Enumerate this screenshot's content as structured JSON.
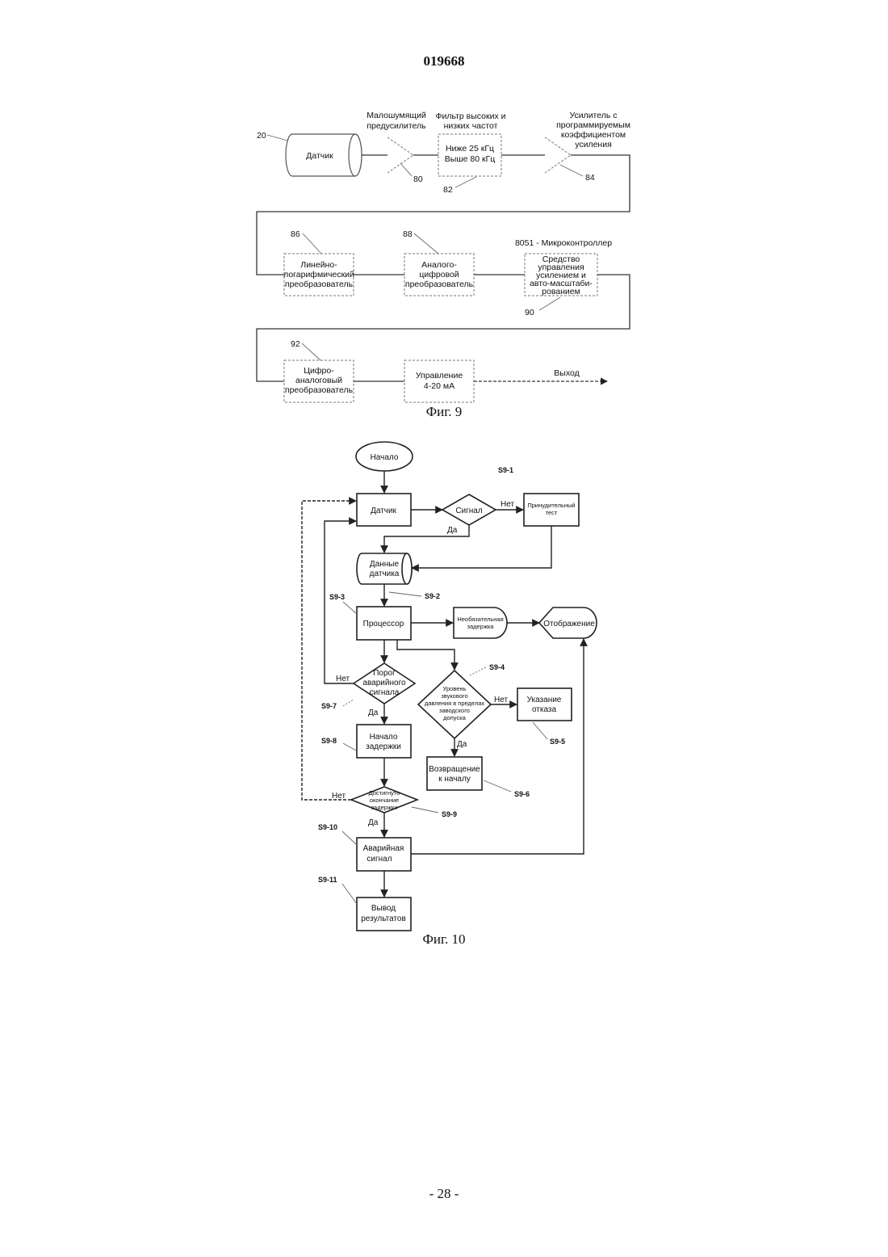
{
  "header": {
    "doc_number": "019668"
  },
  "fig9": {
    "caption": "Фиг. 9",
    "labels": {
      "sensor": "Датчик",
      "preamp_line1": "Малошумящий",
      "preamp_line2": "предусилитель",
      "filter_title_line1": "Фильтр высоких и",
      "filter_title_line2": "низких частот",
      "filter_line1": "Ниже 25 кГц",
      "filter_line2": "Выше 80 кГц",
      "amp_line1": "Усилитель с",
      "amp_line2": "программируемым",
      "amp_line3": "коэффициентом",
      "amp_line4": "усиления",
      "linlog_line1": "Линейно-",
      "linlog_line2": "логарифмический",
      "linlog_line3": "преобразователь",
      "adc_line1": "Аналого-",
      "adc_line2": "цифровой",
      "adc_line3": "преобразователь",
      "mcu": "8051 - Микроконтроллер",
      "gain_line1": "Средство",
      "gain_line2": "управления",
      "gain_line3": "усилением и",
      "gain_line4": "авто-масштаби-",
      "gain_line5": "рованием",
      "dac_line1": "Цифро-",
      "dac_line2": "аналоговый",
      "dac_line3": "преобразователь",
      "ctrl_line1": "Управление",
      "ctrl_line2": "4-20 мА",
      "output": "Выход"
    },
    "refs": {
      "r20": "20",
      "r80": "80",
      "r82": "82",
      "r84": "84",
      "r86": "86",
      "r88": "88",
      "r90": "90",
      "r92": "92"
    }
  },
  "fig10": {
    "caption": "Фиг. 10",
    "nodes": {
      "start": "Начало",
      "sensor": "Датчик",
      "signal": "Сигнал",
      "forced_line1": "Принудительный",
      "forced_line2": "тест",
      "data_line1": "Данные",
      "data_line2": "датчика",
      "processor": "Процессор",
      "optdelay_line1": "Необязательная",
      "optdelay_line2": "задержка",
      "display": "Отображение",
      "threshold_line1": "Порог",
      "threshold_line2": "аварийного",
      "threshold_line3": "сигнала",
      "level_line1": "Уровень",
      "level_line2": "звукового",
      "level_line3": "давления в пределах",
      "level_line4": "заводского",
      "level_line5": "допуска",
      "fault_line1": "Указание",
      "fault_line2": "отказа",
      "delaystart_line1": "Начало",
      "delaystart_line2": "задержки",
      "return_line1": "Возвращение",
      "return_line2": "к началу",
      "delayend_line1": "Достигнуто",
      "delayend_line2": "окончание",
      "delayend_line3": "задержки",
      "alarm_line1": "Аварийная",
      "alarm_line2": "сигнал",
      "output_line1": "Вывод",
      "output_line2": "результатов"
    },
    "answers": {
      "no": "Нет",
      "yes": "Да"
    },
    "steps": {
      "s1": "S9-1",
      "s2": "S9-2",
      "s3": "S9-3",
      "s4": "S9-4",
      "s5": "S9-5",
      "s6": "S9-6",
      "s7": "S9-7",
      "s8": "S9-8",
      "s9": "S9-9",
      "s10": "S9-10",
      "s11": "S9-11"
    }
  },
  "footer": {
    "page": "- 28 -"
  }
}
